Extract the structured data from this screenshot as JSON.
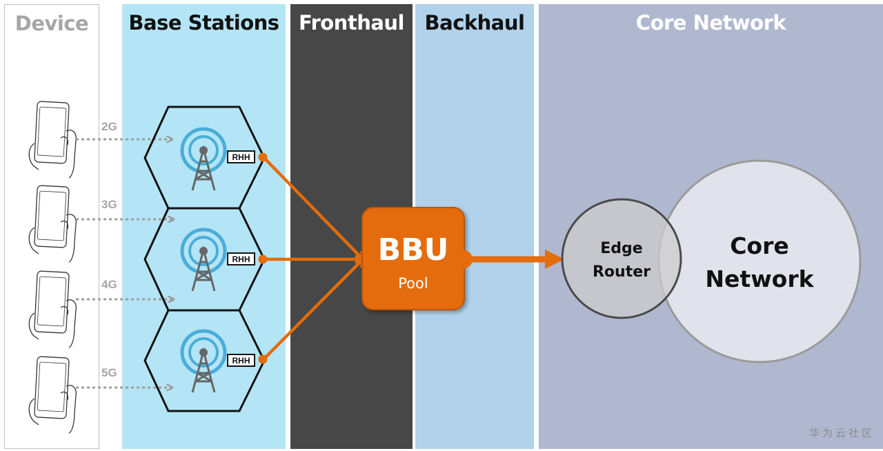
{
  "columns": {
    "device": "Device",
    "base_stations": "Base Stations",
    "fronthaul": "Fronthaul",
    "backhaul": "Backhaul",
    "core_network": "Core Network"
  },
  "generations": [
    "2G",
    "3G",
    "4G",
    "5G"
  ],
  "rhh_label": "RHH",
  "bbu": {
    "title": "BBU",
    "subtitle": "Pool"
  },
  "edge_router": {
    "line1": "Edge",
    "line2": "Router"
  },
  "core": {
    "line1": "Core",
    "line2": "Network"
  },
  "watermark": "华为云社区",
  "colors": {
    "orange": "#e46c0a",
    "antenna_blue": "#4bacd8",
    "fronthaul_bg": "#474747",
    "core_bg": "#b0b8d0"
  }
}
